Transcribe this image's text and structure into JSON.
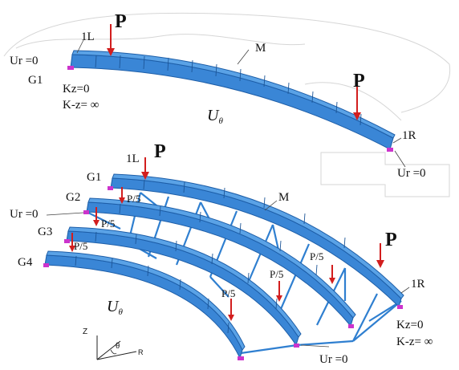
{
  "colors": {
    "girder": "#3a86d6",
    "girder_edge": "#1d5ea8",
    "load_arrow": "#d21e1e",
    "support": "#cc33cc"
  },
  "top_figure": {
    "load_left": "P",
    "load_right": "P",
    "label_1L": "1L",
    "label_1R": "1R",
    "label_M": "M",
    "label_G1": "G1",
    "ur_left": "Ur =0",
    "ur_right": "Ur =0",
    "kz": "Kz=0",
    "k_minus_z": "K-z= ∞",
    "u_theta": "U",
    "u_theta_sub": "θ"
  },
  "bottom_figure": {
    "load_left": "P",
    "load_right": "P",
    "label_1L": "1L",
    "label_1R": "1R",
    "label_M": "M",
    "girders": [
      "G1",
      "G2",
      "G3",
      "G4"
    ],
    "p5_label": "P/5",
    "ur_left": "Ur =0",
    "ur_bottom": "Ur =0",
    "kz": "Kz=0",
    "k_minus_z": "K-z= ∞",
    "u_theta": "U",
    "u_theta_sub": "θ"
  },
  "axes": {
    "z": "Z",
    "r": "R",
    "theta": "θ"
  }
}
